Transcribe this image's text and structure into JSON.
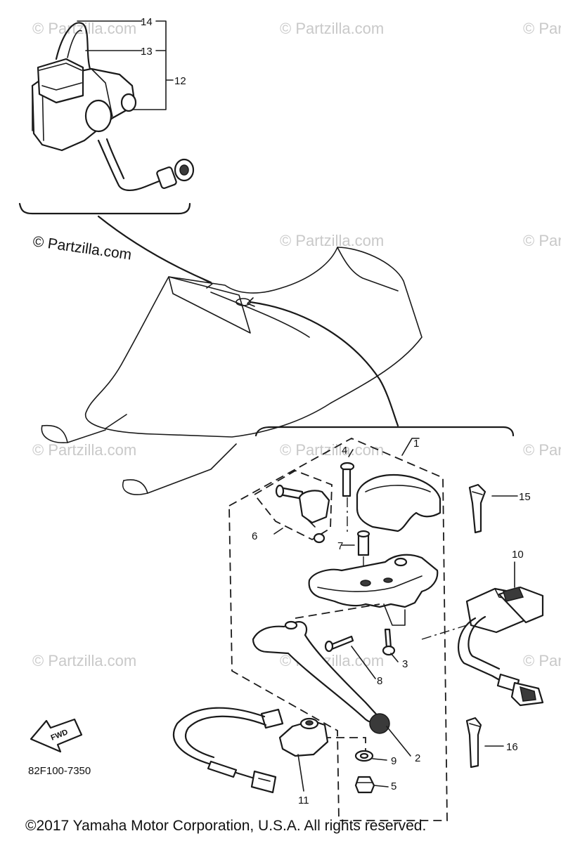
{
  "watermark": {
    "text": "© Partzilla.com",
    "dark_text": "© Partzilla.com"
  },
  "drawing_code": "82F100-7350",
  "fwd_label": "FWD",
  "copyright": "©2017  Yamaha Motor Corporation, U.S.A. All rights reserved.",
  "callouts": {
    "c1": "1",
    "c2": "2",
    "c3": "3",
    "c4": "4",
    "c5": "5",
    "c6": "6",
    "c7": "7",
    "c8": "8",
    "c9": "9",
    "c10": "10",
    "c11": "11",
    "c12": "12",
    "c13": "13",
    "c14": "14",
    "c15": "15",
    "c16": "16"
  }
}
